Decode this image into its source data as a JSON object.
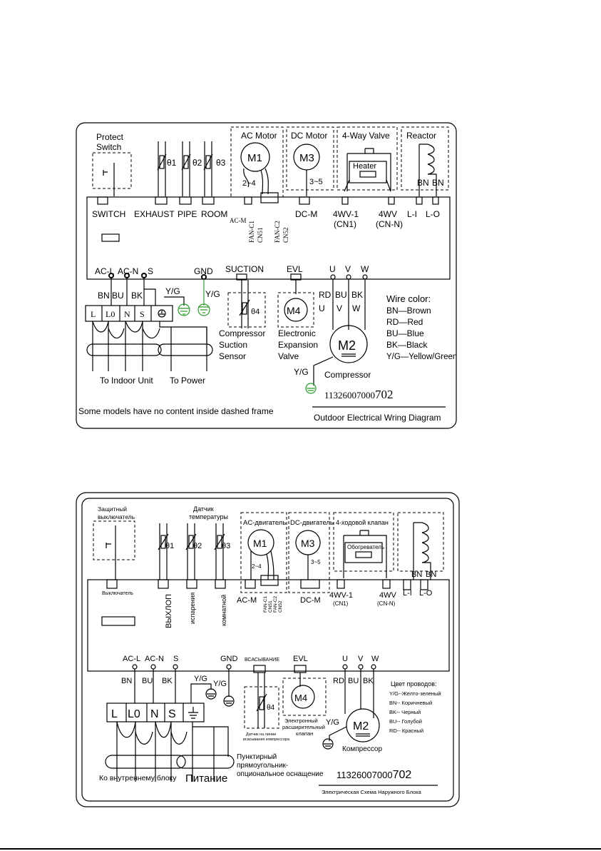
{
  "en": {
    "protect_switch": [
      "Protect",
      "Switch"
    ],
    "sensors": [
      "θ1",
      "θ2",
      "θ3",
      "θ4"
    ],
    "ac_motor": "AC Motor",
    "dc_motor": "DC Motor",
    "four_way_valve": "4-Way Valve",
    "reactor": "Reactor",
    "heater": "Heater",
    "m1": "M1",
    "m2": "M2",
    "m3": "M3",
    "m4": "M4",
    "m1_pins": "2~4",
    "m3_pins": "3~5",
    "bn": "BN",
    "switch": "SWITCH",
    "exhaust": "EXHAUST",
    "pipe": "PIPE",
    "room": "ROOM",
    "ac_m": "AC-M",
    "fan_c1": "FAN-C1",
    "cn51": "CN51",
    "fan_c2": "FAN-C2",
    "cn52": "CN52",
    "dc_m": "DC-M",
    "wv1": "4WV-1",
    "cn1": "(CN1)",
    "wv": "4WV",
    "cnn": "(CN-N)",
    "li": "L-I",
    "lo": "L-O",
    "ac_l": "AC-L",
    "ac_n": "AC-N",
    "s": "S",
    "gnd": "GND",
    "suction": "SUCTION",
    "evl": "EVL",
    "u": "U",
    "v": "V",
    "w": "W",
    "bu": "BU",
    "bk": "BK",
    "yg": "Y/G",
    "rd": "RD",
    "terminals": [
      "L",
      "L0",
      "N",
      "S"
    ],
    "comp_sensor": [
      "Compressor",
      "Suction",
      "Sensor"
    ],
    "eev": [
      "Electronic",
      "Expansion",
      "Valve"
    ],
    "compressor": "Compressor",
    "wire_color_title": "Wire color:",
    "wire_colors": [
      "BN—Brown",
      "RD—Red",
      "BU—Blue",
      "BK—Black",
      "Y/G—Yellow/Green"
    ],
    "to_indoor": "To Indoor Unit",
    "to_power": "To Power",
    "code_main": "11326007000",
    "code_tail": "702",
    "note": "Some models have no content inside dashed frame",
    "caption": "Outdoor Electrical Wring Diagram"
  },
  "ru": {
    "protect_switch": [
      "Защитный",
      "выключатель"
    ],
    "temp_sensor": [
      "Датчик",
      "температуры"
    ],
    "ac_motor": "AC-двигатель",
    "dc_motor": "DC-двигатель",
    "four_way_valve": "4-ходовой клапан",
    "heater": "Обогреватель",
    "switch": "Выключатель",
    "exhaust": "ВЫХЛОП",
    "pipe": "испарения",
    "room": "комнатной",
    "suction": "ВСАСЫВАНИЕ",
    "comp_sensor": [
      "Датчик на линии",
      "всасывания компрессора"
    ],
    "eev": [
      "Электронный",
      "расширительный",
      "клапан"
    ],
    "compressor": "Компрессор",
    "wire_color_title": "Цвет проводов:",
    "wire_colors": [
      "Y/G--Желто-зеленый",
      "BN-- Коричневый",
      "BK-- Черный",
      "BU-- Голубой",
      "RD-- Красный"
    ],
    "to_indoor": "Ко внутреннему блоку",
    "to_power": "Питание",
    "note": [
      "Пунктирный",
      "прямоугольник-",
      "опциональное оснащение"
    ],
    "caption": "Электрическая Схема Наружного Блока"
  }
}
